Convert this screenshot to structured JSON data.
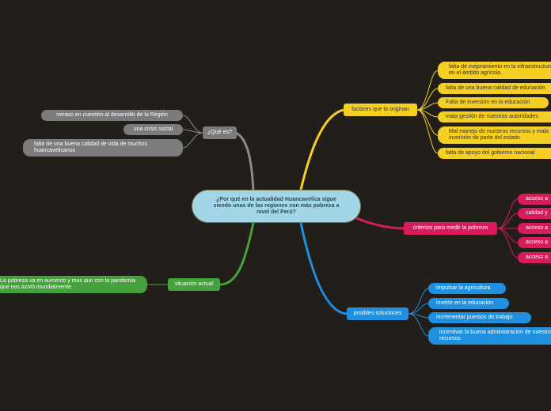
{
  "center": {
    "title": "¿Por qué en la actualidad Huancavelica sigue siendo unas de las regiones con más pobreza a nivel del Perú?"
  },
  "branches": {
    "que_es": {
      "label": "¿Qué es?",
      "items": [
        "retraso en cuestión al desarrollo de la Región",
        "una crisis social",
        "falta de una buena calidad de vida de muchos huancavelicanos"
      ]
    },
    "situacion": {
      "label": "situación actual",
      "items": [
        "La pobreza va en aumento y mas aun con la pandemia que nos azotó mundialmente."
      ]
    },
    "factores": {
      "label": "factores que la originan",
      "items": [
        "falta de mejoramiento en la infraestructura en el ámbito agrícola.",
        "falta de una buena calidad de educación",
        "Falta de inversión en la educación",
        "mala gestión de nuestras autoridades",
        "Mal manejo de nuestros recursos y mala inversión de parte del estado",
        "falta de apoyo del gobierno nacional"
      ]
    },
    "criterios": {
      "label": "criterios para medir la pobreza",
      "items": [
        "acceso a",
        "calidad y",
        "acceso a",
        "acceso a",
        "acceso a"
      ]
    },
    "soluciones": {
      "label": "posibles soluciones",
      "items": [
        "impulsar la agricultura",
        "invertir en la educación",
        "incrementar puestos de trabajo",
        "incentivar la buena administración de nuestros recursos"
      ]
    }
  },
  "colors": {
    "background": "#221e1a",
    "center": "#a3d6e6",
    "grey": "#7b7b7b",
    "yellow": "#f5cf24",
    "pink": "#d81b5a",
    "blue": "#1f8fe0",
    "green": "#45a13b"
  }
}
